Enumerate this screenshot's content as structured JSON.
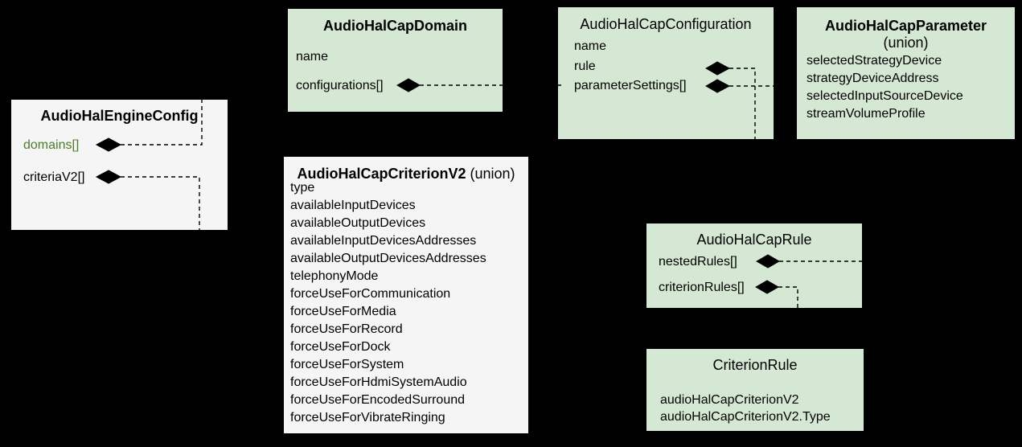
{
  "classes": {
    "engine": {
      "title": "AudioHalEngineConfig",
      "fields": [
        "domains[]",
        "criteriaV2[]"
      ]
    },
    "domain": {
      "title": "AudioHalCapDomain",
      "fields": [
        "name",
        "configurations[]"
      ]
    },
    "configuration": {
      "title": "AudioHalCapConfiguration",
      "fields": [
        "name",
        "rule",
        "parameterSettings[]"
      ]
    },
    "parameter": {
      "title": "AudioHalCapParameter",
      "subtitle": "(union)",
      "fields": [
        "selectedStrategyDevice",
        "strategyDeviceAddress",
        "selectedInputSourceDevice",
        "streamVolumeProfile"
      ]
    },
    "criterion": {
      "title": "AudioHalCapCriterionV2",
      "title_suffix": "(union)",
      "fields": [
        "type",
        "availableInputDevices",
        "availableOutputDevices",
        "availableInputDevicesAddresses",
        "availableOutputDevicesAddresses",
        "telephonyMode",
        "forceUseForCommunication",
        "forceUseForMedia",
        "forceUseForRecord",
        "forceUseForDock",
        "forceUseForSystem",
        "forceUseForHdmiSystemAudio",
        "forceUseForEncodedSurround",
        "forceUseForVibrateRinging"
      ]
    },
    "rule": {
      "title": "AudioHalCapRule",
      "fields": [
        "nestedRules[]",
        "criterionRules[]"
      ]
    },
    "criterion_rule": {
      "title": "CriterionRule",
      "fields": [
        "audioHalCapCriterionV2",
        "audioHalCapCriterionV2.Type"
      ]
    }
  },
  "colors": {
    "background": "#000000",
    "green_fill": "#d5e8d4",
    "gray_fill": "#f5f5f5",
    "line": "#000000",
    "text": "#000000",
    "domains_field_text": "#4a7d28"
  },
  "icons": {
    "aggregation_diamond": "filled black diamond (aggregation connector)"
  }
}
